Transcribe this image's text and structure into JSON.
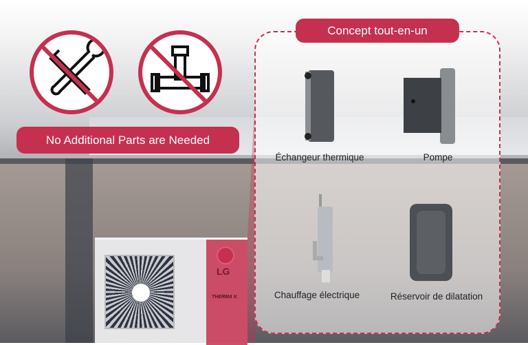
{
  "left": {
    "icons": [
      "no-tools-icon",
      "no-pipe-fitting-icon"
    ],
    "banner": "No Additional Parts are Needed"
  },
  "concept": {
    "title": "Concept tout-en-un",
    "items": [
      {
        "label": "Échangeur thermique",
        "icon": "heat-exchanger"
      },
      {
        "label": "Pompe",
        "icon": "pump"
      },
      {
        "label": "Chauffage électrique",
        "icon": "electric-heater"
      },
      {
        "label": "Réservoir de dilatation",
        "icon": "expansion-tank"
      }
    ]
  },
  "unit": {
    "brand": "LG",
    "model": "THERMA V."
  },
  "colors": {
    "accent": "#c5304f"
  }
}
